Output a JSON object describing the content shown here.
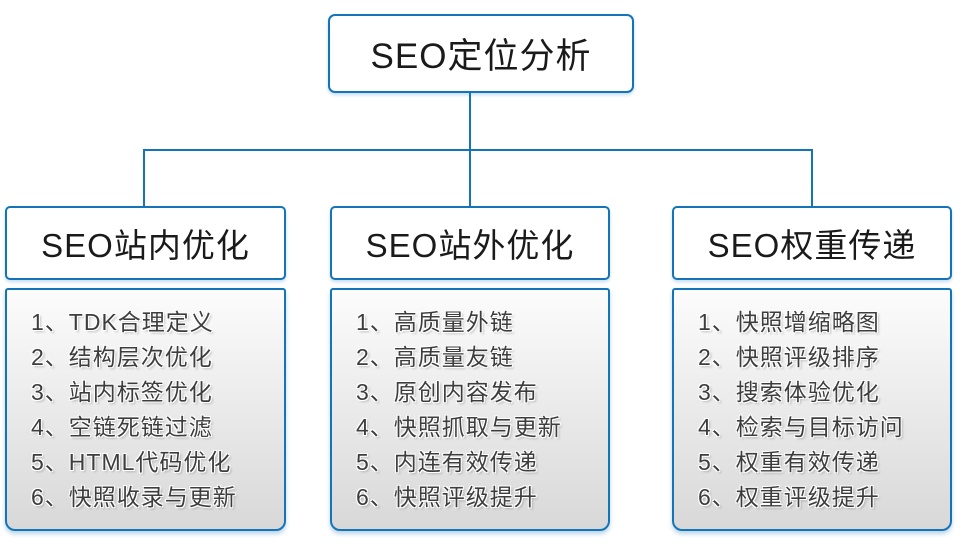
{
  "colors": {
    "accent": "#1474b8",
    "panel_top": "#fcfcfc",
    "panel_bottom": "#d8d8d8",
    "title_text": "#1a1a1a",
    "item_text": "#3d3d3d"
  },
  "root": {
    "title": "SEO定位分析"
  },
  "branches": [
    {
      "title": "SEO站内优化",
      "items": [
        "1、TDK合理定义",
        "2、结构层次优化",
        "3、站内标签优化",
        "4、空链死链过滤",
        "5、HTML代码优化",
        "6、快照收录与更新"
      ]
    },
    {
      "title": "SEO站外优化",
      "items": [
        "1、高质量外链",
        "2、高质量友链",
        "3、原创内容发布",
        "4、快照抓取与更新",
        "5、内连有效传递",
        "6、快照评级提升"
      ]
    },
    {
      "title": "SEO权重传递",
      "items": [
        "1、快照增缩略图",
        "2、快照评级排序",
        "3、搜索体验优化",
        "4、检索与目标访问",
        "5、权重有效传递",
        "6、权重评级提升"
      ]
    }
  ]
}
